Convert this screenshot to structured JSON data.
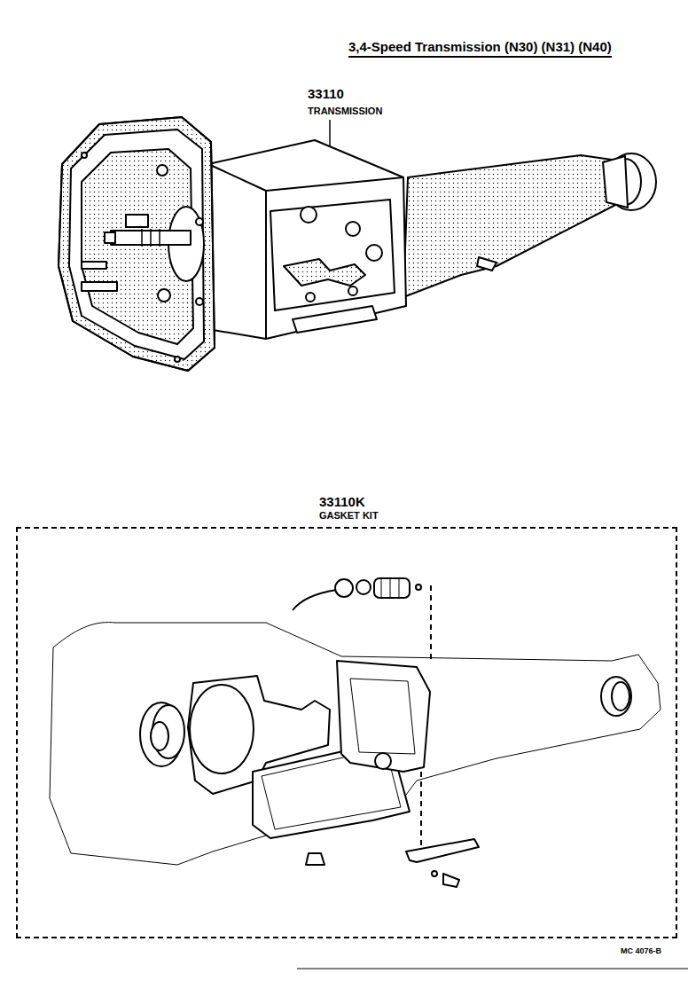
{
  "diagram": {
    "title": "3,4-Speed Transmission (N30) (N31) (N40)",
    "nodes": [
      {
        "text": [
          "33110K",
          "GASKET KIT"
        ]
      }
    ],
    "labels": [
      "33110",
      "TRANSMISSION",
      "MC 4076-B"
    ]
  }
}
